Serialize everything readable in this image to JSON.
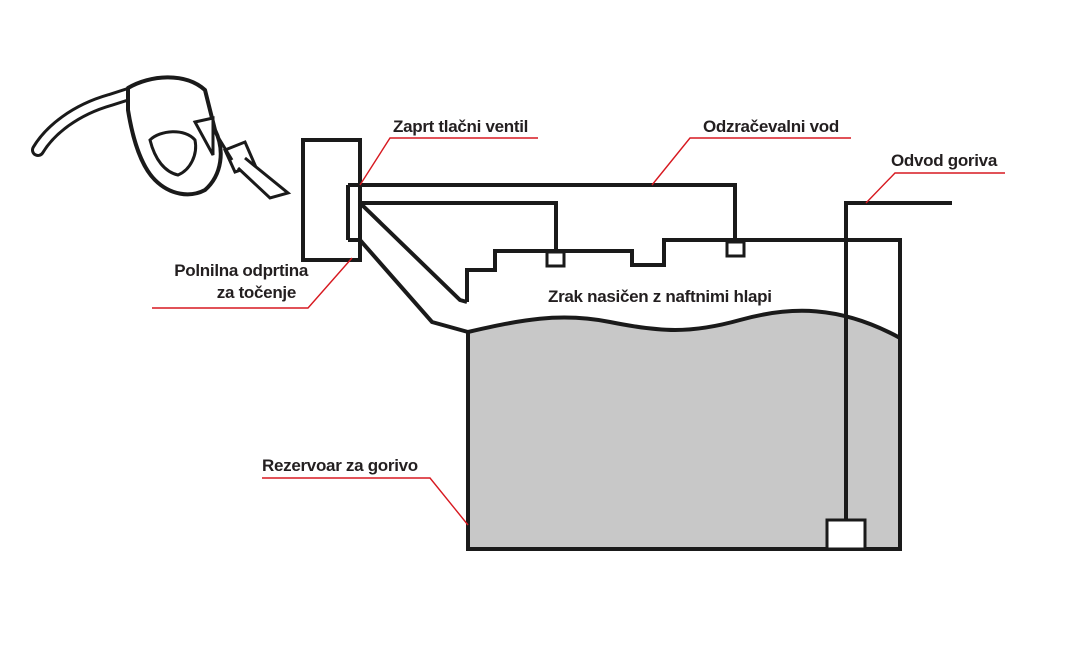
{
  "diagram": {
    "labels": {
      "closed_pressure_valve": "Zaprt tlačni ventil",
      "vent_line": "Odzračevalni vod",
      "fuel_outlet": "Odvod goriva",
      "filling_opening_line1": "Polnilna odprtina",
      "filling_opening_line2": "za točenje",
      "vapor_air": "Zrak nasičen z naftnimi hlapi",
      "fuel_tank": "Rezervoar za gorivo"
    },
    "colors": {
      "leader_lines": "#d71920",
      "fuel_fill": "#c8c8c8",
      "outline": "#1a1a1a",
      "text": "#231f20"
    },
    "icons": [
      "fuel-nozzle-icon"
    ]
  }
}
